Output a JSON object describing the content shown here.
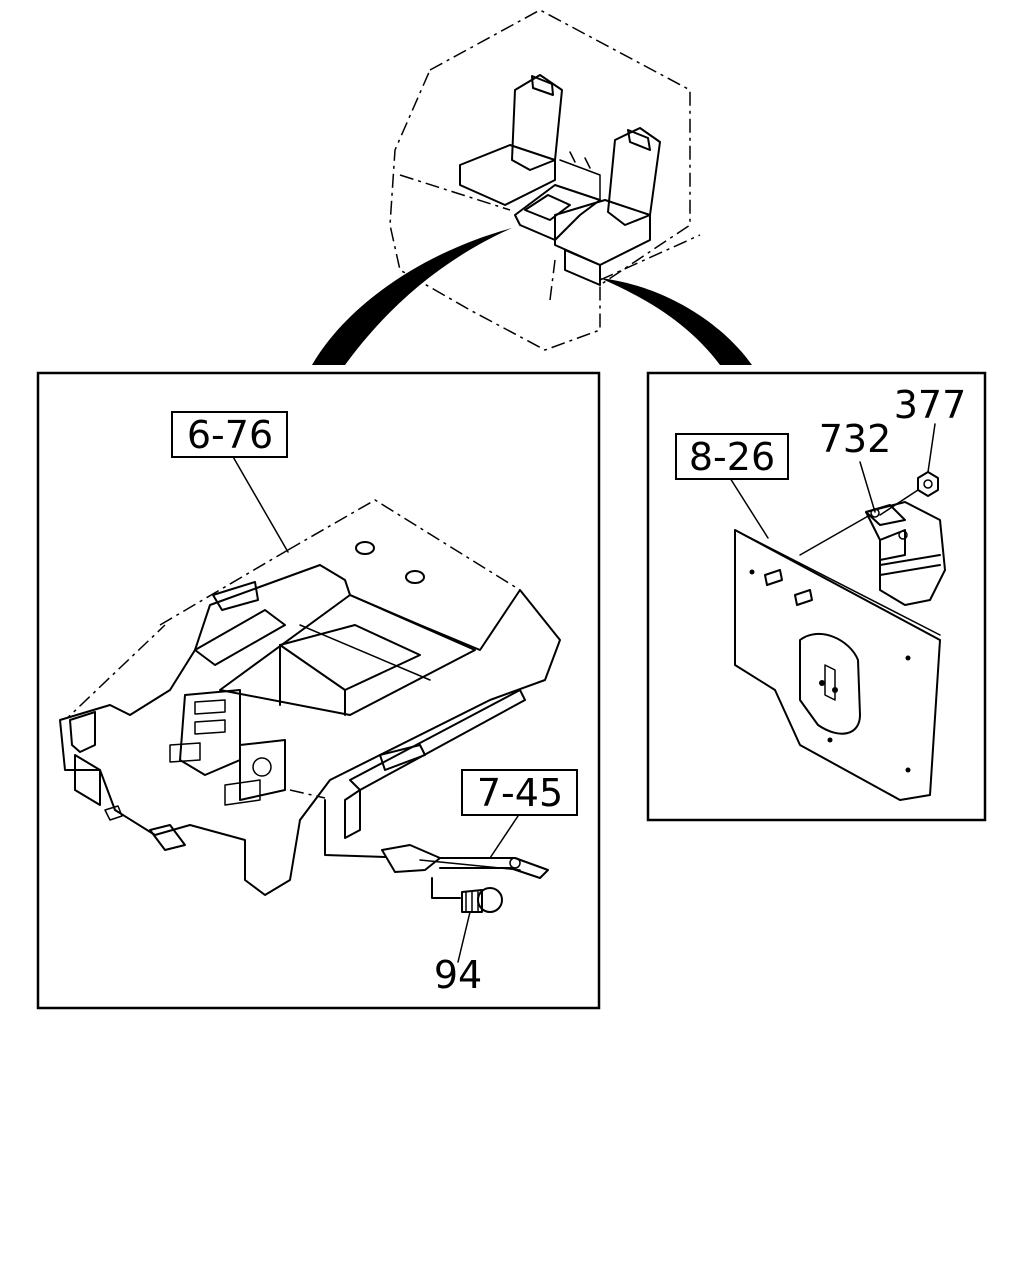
{
  "callouts": {
    "ref_6_76": "6-76",
    "ref_7_45": "7-45",
    "ref_8_26": "8-26",
    "part_94": "94",
    "part_732": "732",
    "part_377": "377"
  },
  "icons": {
    "overview": "cab-seats-overview-icon",
    "console": "center-console-icon",
    "harness": "wire-harness-icon",
    "bolt": "bolt-icon",
    "panel": "side-panel-icon",
    "relay": "relay-module-icon",
    "nut": "nut-icon"
  }
}
